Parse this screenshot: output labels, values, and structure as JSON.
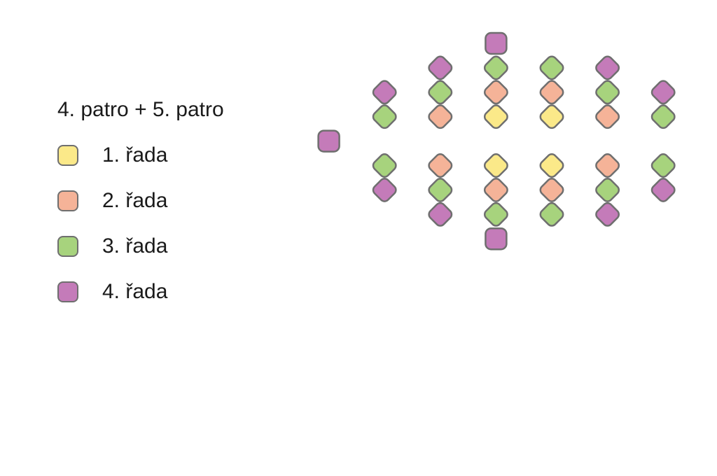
{
  "legend": {
    "title": "4. patro + 5. patro",
    "items": [
      {
        "label": "1. řada",
        "row": 1,
        "color": "#fbe989"
      },
      {
        "label": "2. řada",
        "row": 2,
        "color": "#f5b398"
      },
      {
        "label": "3. řada",
        "row": 3,
        "color": "#a7d37d"
      },
      {
        "label": "4. řada",
        "row": 4,
        "color": "#c47bb9"
      }
    ]
  },
  "colors": {
    "outline": "#6f6f6f",
    "row5": "#c47bb9"
  },
  "grid_rows": [
    [
      0,
      0,
      0,
      0,
      0,
      0,
      0,
      0,
      "s",
      0,
      0,
      0,
      0,
      0,
      0
    ],
    [
      0,
      0,
      0,
      0,
      0,
      0,
      0,
      0,
      0,
      0,
      0,
      0,
      0,
      0,
      0
    ],
    [
      0,
      0,
      0,
      0,
      0,
      0,
      4,
      0,
      3,
      0,
      3,
      0,
      4,
      0,
      0
    ],
    [
      0,
      0,
      0,
      0,
      0,
      0,
      0,
      0,
      0,
      0,
      0,
      0,
      0,
      0,
      0
    ],
    [
      0,
      0,
      0,
      0,
      4,
      0,
      3,
      0,
      2,
      0,
      2,
      0,
      3,
      0,
      4
    ],
    [
      0,
      0,
      0,
      0,
      0,
      0,
      0,
      0,
      0,
      0,
      0,
      0,
      0,
      0,
      0
    ],
    [
      0,
      0,
      0,
      0,
      3,
      0,
      2,
      0,
      1,
      0,
      1,
      0,
      2,
      0,
      3
    ],
    [
      0,
      0,
      0,
      0,
      0,
      0,
      0,
      0,
      0,
      0,
      0,
      0,
      0,
      0,
      0
    ],
    [
      0,
      0,
      "s",
      0,
      0,
      0,
      0,
      0,
      0,
      0,
      0,
      0,
      0,
      0,
      0
    ],
    [
      0,
      0,
      0,
      0,
      0,
      0,
      0,
      0,
      0,
      0,
      0,
      0,
      0,
      0,
      0
    ],
    [
      0,
      0,
      0,
      0,
      3,
      0,
      2,
      0,
      1,
      0,
      1,
      0,
      2,
      0,
      3
    ],
    [
      0,
      0,
      0,
      0,
      0,
      0,
      0,
      0,
      0,
      0,
      0,
      0,
      0,
      0,
      0
    ],
    [
      0,
      0,
      0,
      0,
      4,
      0,
      3,
      0,
      2,
      0,
      2,
      0,
      3,
      0,
      4
    ],
    [
      0,
      0,
      0,
      0,
      0,
      0,
      0,
      0,
      0,
      0,
      0,
      0,
      0,
      0,
      0
    ],
    [
      0,
      0,
      0,
      0,
      0,
      0,
      4,
      0,
      3,
      0,
      3,
      0,
      4,
      0,
      0
    ],
    [
      0,
      0,
      0,
      0,
      0,
      0,
      0,
      0,
      0,
      0,
      0,
      0,
      0,
      0,
      0
    ],
    [
      0,
      0,
      0,
      0,
      0,
      0,
      0,
      0,
      "s",
      0,
      0,
      0,
      0,
      0,
      0
    ]
  ]
}
